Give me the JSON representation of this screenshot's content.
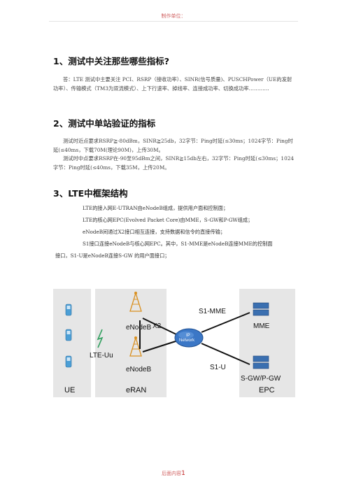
{
  "header": "制作单位：",
  "footer": {
    "prefix": "后面内容",
    "page": "1"
  },
  "sections": [
    {
      "heading": "1、测试中关注那些哪些指标?",
      "paragraphs": [
        "答：LTE 测试中主要关注 PCI、RSRP（接收功率）、SINR(信号质量)、PUSCHPower（UE的发射功率）、传输模式（TM3为双流模式）、上下行速率、掉线率、连接成功率、切换成功率…………"
      ]
    },
    {
      "heading": "2、测试中单站验证的指标",
      "paragraphs": [
        "测试时近点要求RSRP≧-80dBm，SINR≧25db，32字节：Ping时延(≤30ms；1024字节：Ping时延(≤40ms，下载70M(理论90M)，上传30M。",
        "测试时中点要求RSRP在-90至95dBm之间，SINR≧15db左右，32字节：Ping时延(≤30ms；1024字节：Ping时延(≤40ms，下载35M，上传20M。"
      ]
    },
    {
      "heading": "3、LTE中框架结构",
      "lines": [
        "LTE的接入网E-UTRAN由eNodeB组成，提供用户面和控制面；",
        "LTE的核心网EPC(Evolved Packet Core)由MME，S-GW和P-GW组成；",
        "eNodeB间通过X2接口相互连接，支持数据和信令的直接传输；",
        "S1接口连接eNodeB与核心网EPC。其中，S1-MME是eNodeB连接MME的控制面",
        "接口，S1-U是eNodeB连接S-GW 的用户面接口；"
      ]
    }
  ],
  "diagram": {
    "labels": {
      "enodeb_top": "eNodeB",
      "enodeb_bottom": "eNodeB",
      "x2": "X2",
      "lte_uu": "LTE-Uu",
      "ip_network_line1": "IP",
      "ip_network_line2": "Network",
      "s1_mme": "S1-MME",
      "s1_u": "S1-U",
      "mme": "MME",
      "sgw_pgw": "S-GW/P-GW",
      "ue": "UE",
      "eran": "eRAN",
      "epc": "EPC"
    },
    "colors": {
      "panel": "#e6e6e6",
      "tower": "#d99020",
      "server": "#3a6fb0",
      "ip_cloud": "#3b77c6",
      "phone": "#4c9fd6"
    }
  }
}
